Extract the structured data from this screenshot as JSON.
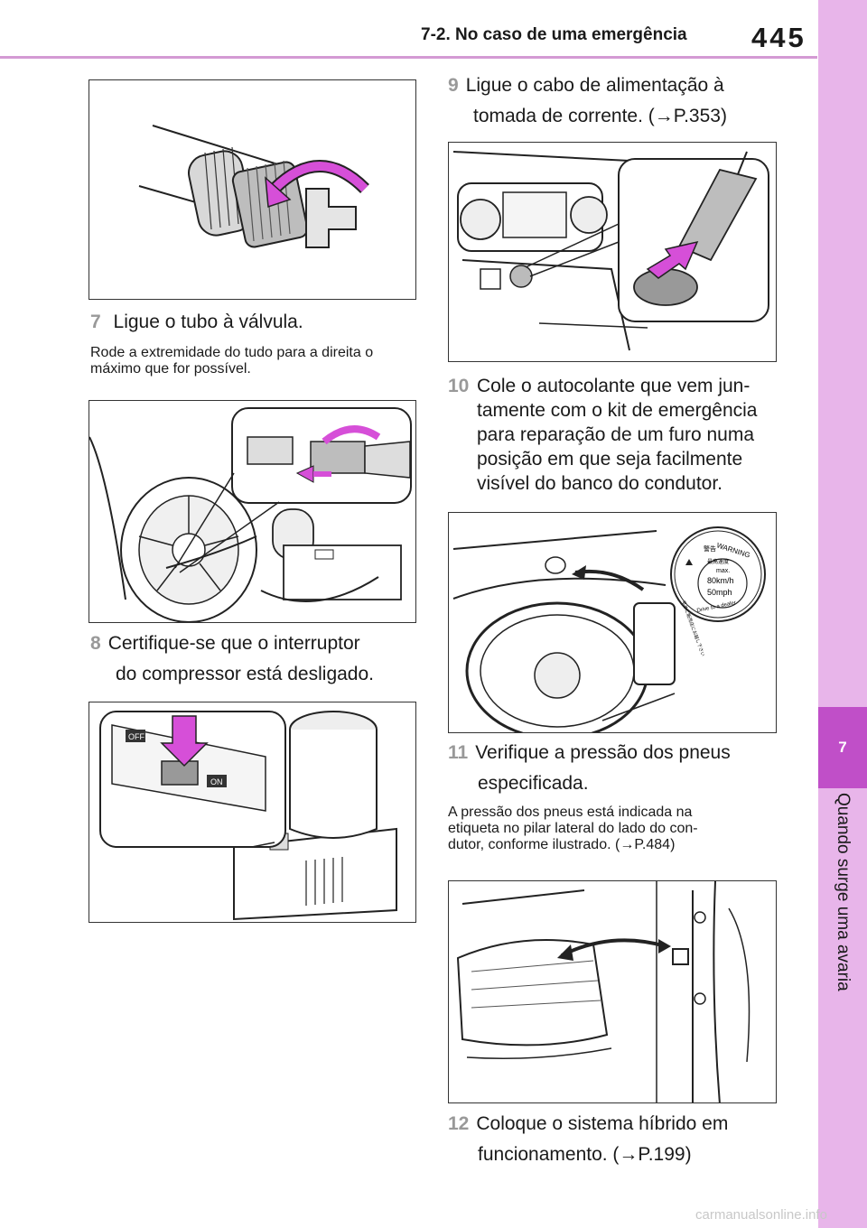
{
  "header": {
    "section": "7-2. No caso de uma emergência",
    "page_number": "445"
  },
  "side_tab": {
    "chapter_number": "7",
    "chapter_title": "Quando surge uma avaria"
  },
  "left_column": {
    "step7": {
      "number": "7",
      "text": "Ligue o tubo à válvula."
    },
    "note7": "Rode a extremidade do tudo para a direita o máximo que for possível.",
    "step8": {
      "number": "8",
      "line1": "Certifique-se que o interruptor",
      "line2": "do compressor está desligado."
    },
    "switch_labels": {
      "off": "OFF",
      "on": "ON"
    }
  },
  "right_column": {
    "step9": {
      "number": "9",
      "line1": "Ligue o cabo de alimentação à",
      "line2": "tomada de corrente. (→P.353)"
    },
    "step10": {
      "number": "10",
      "lines": [
        "Cole o autocolante que vem jun-",
        "tamente com o kit de emergência",
        "para reparação de um furo numa",
        "posição em que seja facilmente",
        "visível do banco do condutor."
      ]
    },
    "sticker": {
      "top_jp": "警告",
      "warning": "WARNING",
      "speed_jp": "最高速度",
      "max": "max.",
      "kmh": "80km/h",
      "mph": "50mph",
      "bottom": "Drive to a dealer",
      "bottom_jp": "早めに販売店にお越し下さい"
    },
    "step11": {
      "number": "11",
      "line1": "Verifique a pressão dos pneus",
      "line2": "especificada."
    },
    "note11": {
      "line1": "A pressão dos pneus está indicada na",
      "line2": "etiqueta no pilar lateral do lado do con-",
      "line3": "dutor, conforme ilustrado. (→P.484)"
    },
    "step12": {
      "number": "12",
      "line1": "Coloque o sistema híbrido em",
      "line2": "funcionamento. (→P.199)"
    }
  },
  "footer": {
    "watermark": "carmanualsonline.info"
  },
  "colors": {
    "accent_dark": "#c04fc8",
    "accent_light": "#e8b5ea",
    "rule": "#d49ad4"
  }
}
